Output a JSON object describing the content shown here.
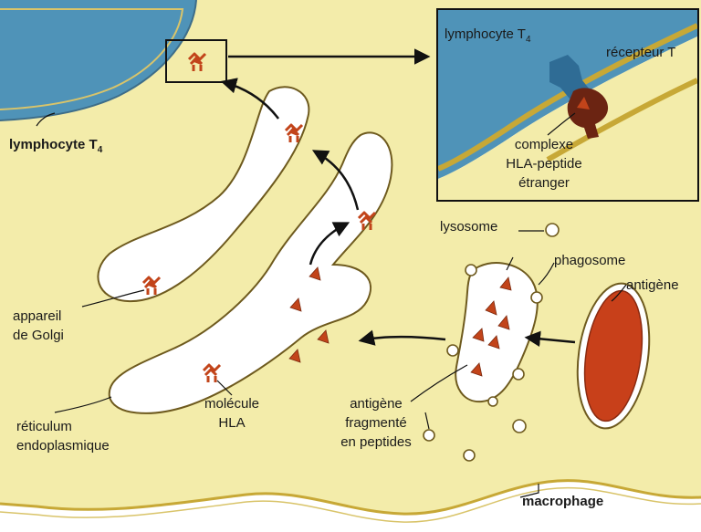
{
  "colors": {
    "macrophage_cytoplasm": "#f3ecaa",
    "lymphocyte": "#4f93b8",
    "organelle_fill": "#ffffff",
    "peptide": "#c2441a",
    "antigen": "#c8401a",
    "hla_molecule": "#c2441a",
    "receptor": "#2f6c95",
    "complex_dark": "#6b2412",
    "membrane_outline": "#c7a836"
  },
  "icons": {
    "peptide": "red-triangle-icon",
    "hla": "hla-molecule-icon",
    "receptor": "t4-receptor-icon"
  },
  "labels": {
    "lymphocyte_main": "lymphocyte T",
    "lymphocyte_main_sub": "4",
    "lymphocyte_inset": "lymphocyte T",
    "lymphocyte_inset_sub": "4",
    "receptor_inset": "récepteur T",
    "complex_line1": "complexe",
    "complex_line2": "HLA-peptide",
    "complex_line3": "étranger",
    "lysosome": "lysosome",
    "phagosome": "phagosome",
    "antigen": "antigène",
    "golgi_line1": "appareil",
    "golgi_line2": "de Golgi",
    "hla_line1": "molécule",
    "hla_line2": "HLA",
    "reticulum_line1": "réticulum",
    "reticulum_line2": "endoplasmique",
    "fragmented_line1": "antigène",
    "fragmented_line2": "fragmenté",
    "fragmented_line3": "en peptides",
    "macrophage": "macrophage"
  }
}
